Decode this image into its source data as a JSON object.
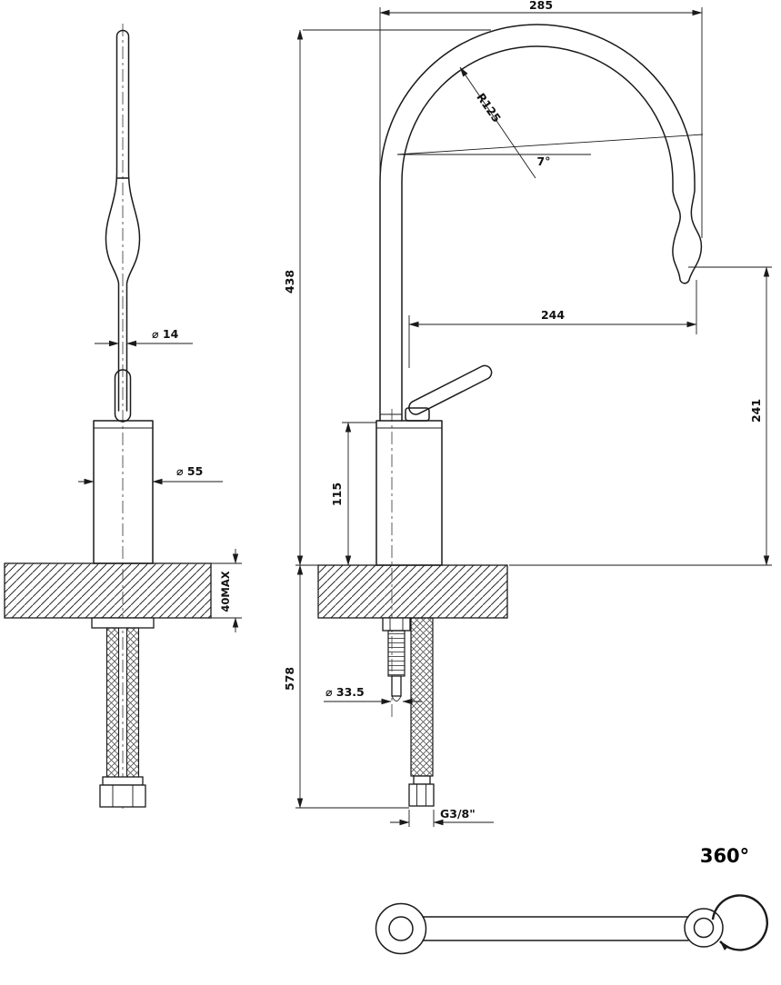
{
  "drawing": {
    "type": "technical-dimension-drawing",
    "subject": "single-lever kitchen mixer tap with gooseneck spout and flexible supply hoses",
    "line_color": "#1a1a1a",
    "background": "#ffffff"
  },
  "side_view": {
    "stem_diameter": "⌀ 14",
    "body_diameter": "⌀ 55",
    "max_counter_thickness": "40MAX"
  },
  "front_view": {
    "overall_width": "285",
    "spout_radius": "R125",
    "spout_angle": "7°",
    "height_to_spout_top": "438",
    "spout_reach": "244",
    "outlet_height": "241",
    "body_height": "115",
    "hose_drop": "578",
    "shank_diameter": "⌀ 33.5",
    "hose_thread": "G3/8\""
  },
  "top_view": {
    "swivel": "360°"
  }
}
